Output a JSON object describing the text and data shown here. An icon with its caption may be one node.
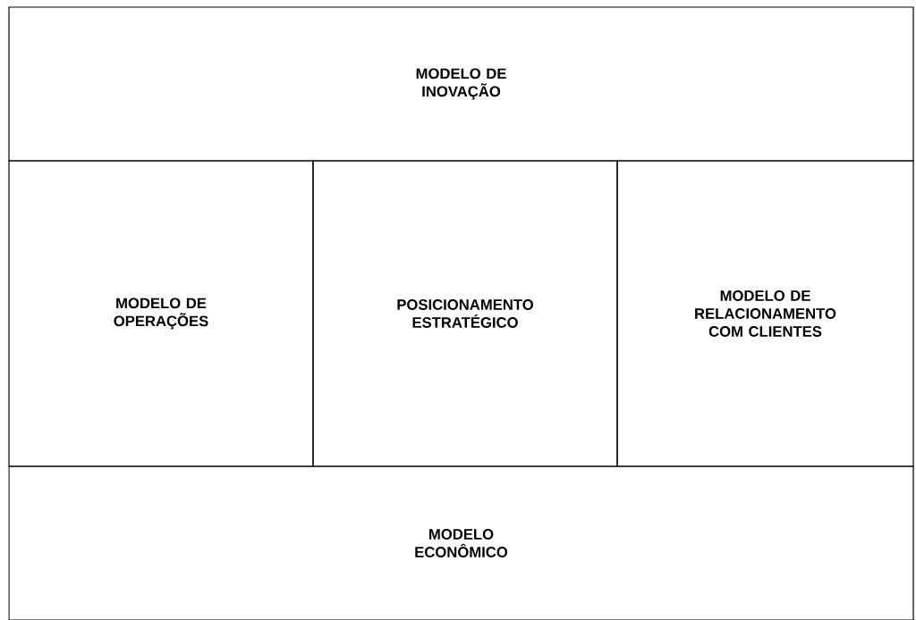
{
  "diagram": {
    "nodes": [
      {
        "text": [
          "MODELO DE INOVAÇÃO"
        ]
      },
      {
        "text": [
          "MODELO DE OPERAÇÕES"
        ]
      },
      {
        "text": [
          "POSICIONAMENTO ESTRATÉGICO"
        ]
      },
      {
        "text": [
          "MODELO DE RELACIONAMENTO COM CLIENTES"
        ]
      },
      {
        "text": [
          "MODELO ECONÔMICO"
        ]
      }
    ]
  }
}
